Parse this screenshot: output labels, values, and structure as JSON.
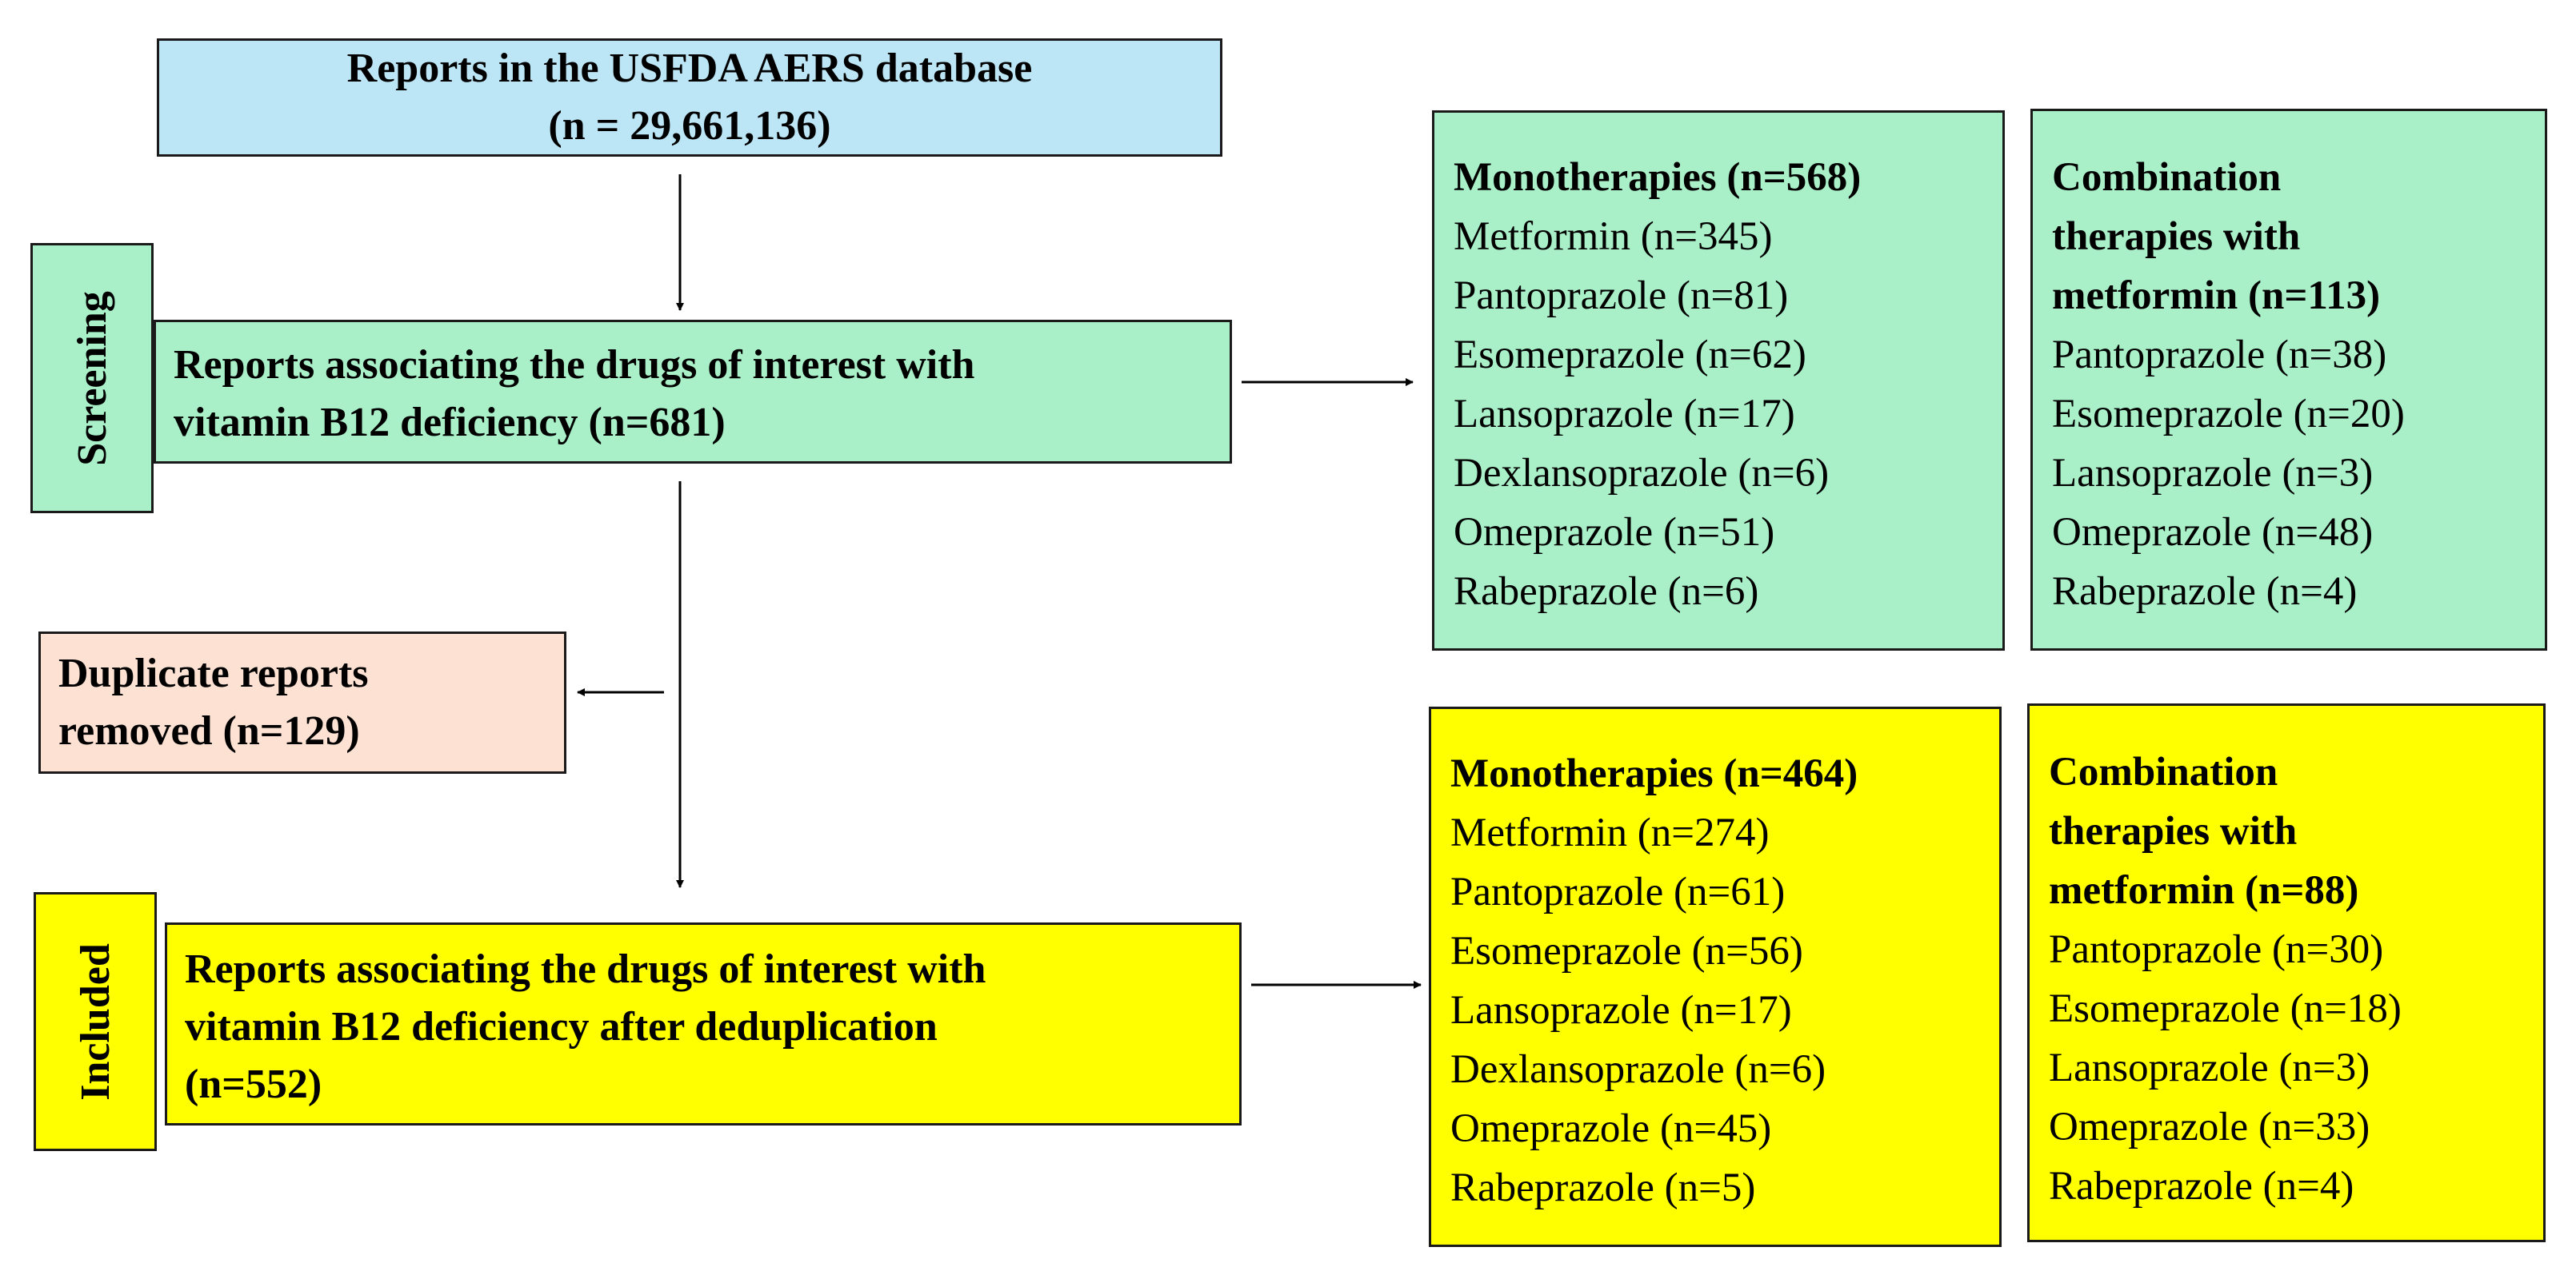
{
  "top_box": {
    "line1": "Reports in the USFDA AERS database",
    "line2": "(n = 29,661,136)",
    "color": "#bce6f5"
  },
  "screening": {
    "side_label": "Screening",
    "box_line1": "Reports associating the drugs of interest with",
    "box_line2": "vitamin B12 deficiency (n=681)",
    "color": "#a9f0c9"
  },
  "duplicates": {
    "line1": "Duplicate reports",
    "line2": "removed (n=129)",
    "color": "#fde1d3"
  },
  "included": {
    "side_label": "Included",
    "box_line1": "Reports associating the drugs of interest with",
    "box_line2": "vitamin B12 deficiency after deduplication",
    "box_line3": "(n=552)",
    "color": "#ffff00"
  },
  "screening_mono": {
    "heading": "Monotherapies (n=568)",
    "items": [
      "Metformin (n=345)",
      "Pantoprazole (n=81)",
      "Esomeprazole (n=62)",
      "Lansoprazole (n=17)",
      "Dexlansoprazole (n=6)",
      "Omeprazole (n=51)",
      "Rabeprazole (n=6)"
    ]
  },
  "screening_combo": {
    "heading_lines": [
      "Combination",
      "therapies with",
      "metformin (n=113)"
    ],
    "items": [
      "Pantoprazole (n=38)",
      "Esomeprazole (n=20)",
      "Lansoprazole (n=3)",
      "Omeprazole (n=48)",
      "Rabeprazole (n=4)"
    ]
  },
  "included_mono": {
    "heading": "Monotherapies (n=464)",
    "items": [
      "Metformin (n=274)",
      "Pantoprazole (n=61)",
      "Esomeprazole (n=56)",
      "Lansoprazole (n=17)",
      "Dexlansoprazole (n=6)",
      "Omeprazole (n=45)",
      "Rabeprazole (n=5)"
    ]
  },
  "included_combo": {
    "heading_lines": [
      "Combination",
      "therapies with",
      "metformin (n=88)"
    ],
    "items": [
      "Pantoprazole (n=30)",
      "Esomeprazole (n=18)",
      "Lansoprazole (n=3)",
      "Omeprazole (n=33)",
      "Rabeprazole (n=4)"
    ]
  }
}
